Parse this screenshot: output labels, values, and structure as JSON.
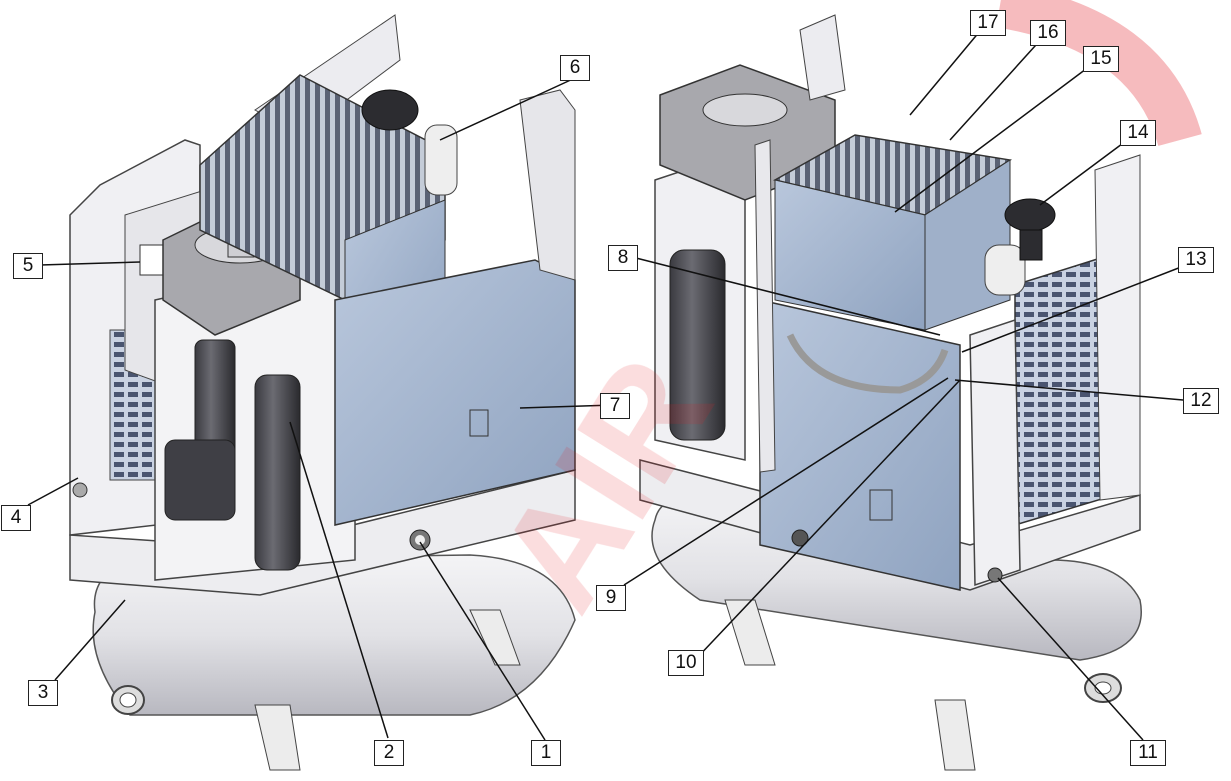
{
  "callouts": [
    "1",
    "2",
    "3",
    "4",
    "5",
    "6",
    "7",
    "8",
    "9",
    "10",
    "11",
    "12",
    "13",
    "14",
    "15",
    "16",
    "17"
  ],
  "watermark": {
    "brand_text": "AIR",
    "color": "#e31b23"
  }
}
